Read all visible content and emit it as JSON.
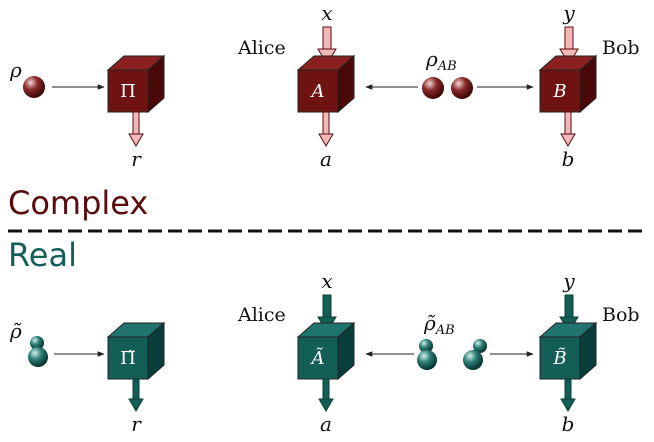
{
  "colors": {
    "complex_dark": "#5a0c0c",
    "complex_mid": "#6e1212",
    "complex_light": "#8a2020",
    "complex_arrow": "#f2b8b8",
    "real_dark": "#0d4a45",
    "real_mid": "#145e58",
    "real_light": "#1f756d",
    "divider": "#111111"
  },
  "complex": {
    "section_label": "Complex",
    "single": {
      "state_label": "ρ",
      "box_label": "Π",
      "output_label": "r"
    },
    "alice": {
      "name": "Alice",
      "input_label": "x",
      "box_label": "A",
      "output_label": "a"
    },
    "bob": {
      "name": "Bob",
      "input_label": "y",
      "box_label": "B",
      "output_label": "b"
    },
    "shared_state_label": "ρ",
    "shared_state_sub": "AB"
  },
  "real": {
    "section_label": "Real",
    "single": {
      "state_label": "ρ̃",
      "box_label": "Π̃",
      "output_label": "r"
    },
    "alice": {
      "name": "Alice",
      "input_label": "x",
      "box_label": "Ã",
      "output_label": "a"
    },
    "bob": {
      "name": "Bob",
      "input_label": "y",
      "box_label": "B̃",
      "output_label": "b"
    },
    "shared_state_label": "ρ̃",
    "shared_state_sub": "AB"
  }
}
